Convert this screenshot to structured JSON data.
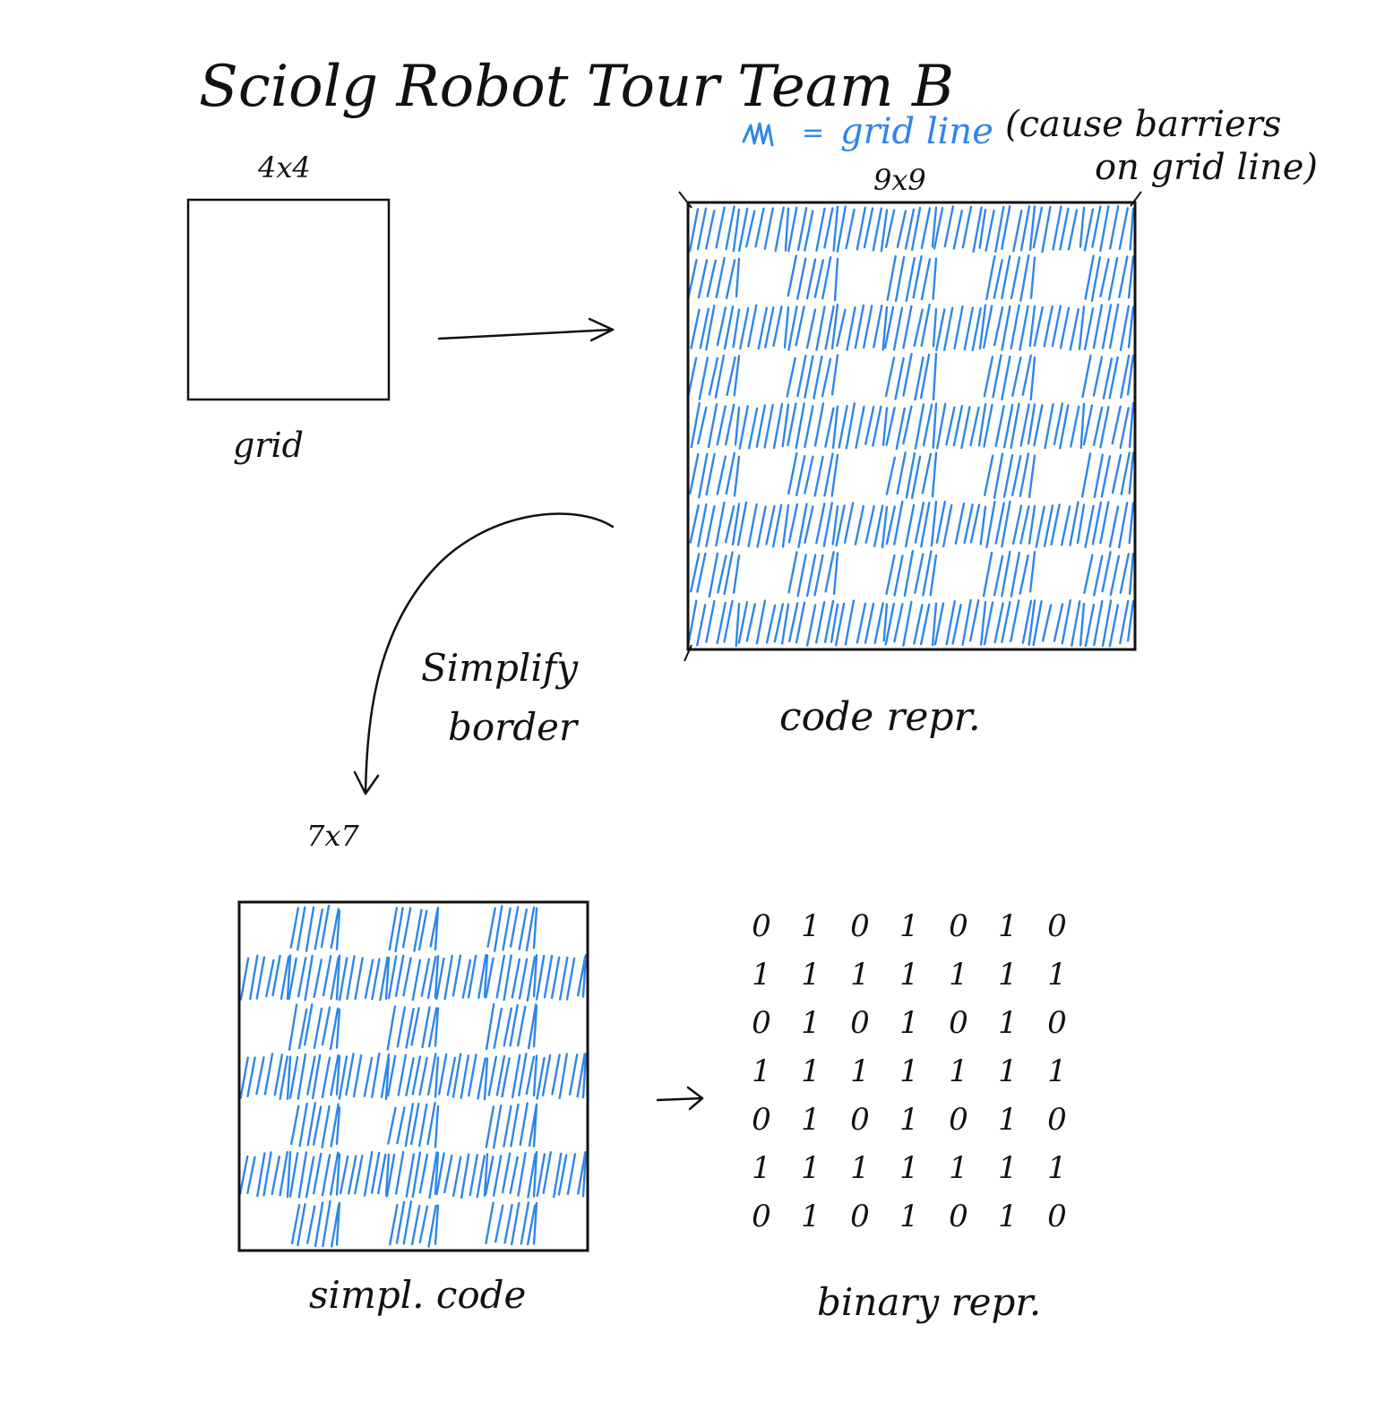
{
  "title": "Sciolg Robot Tour Team B",
  "legend": {
    "symbol": "scribble",
    "equals": "=",
    "meaning": "grid line",
    "note_line1": "(cause barriers",
    "note_line2": "on grid line)"
  },
  "grid": {
    "size_label": "4x4",
    "caption": "grid"
  },
  "code_repr": {
    "size_label": "9x9",
    "caption": "code repr."
  },
  "transform": {
    "label_line1": "Simplify",
    "label_line2": "border"
  },
  "simpl_code": {
    "size_label": "7x7",
    "caption": "simpl. code"
  },
  "binary_repr": {
    "caption": "binary repr.",
    "rows": [
      [
        "0",
        "1",
        "0",
        "1",
        "0",
        "1",
        "0"
      ],
      [
        "1",
        "1",
        "1",
        "1",
        "1",
        "1",
        "1"
      ],
      [
        "0",
        "1",
        "0",
        "1",
        "0",
        "1",
        "0"
      ],
      [
        "1",
        "1",
        "1",
        "1",
        "1",
        "1",
        "1"
      ],
      [
        "0",
        "1",
        "0",
        "1",
        "0",
        "1",
        "0"
      ],
      [
        "1",
        "1",
        "1",
        "1",
        "1",
        "1",
        "1"
      ],
      [
        "0",
        "1",
        "0",
        "1",
        "0",
        "1",
        "0"
      ]
    ]
  },
  "colors": {
    "ink": "#111111",
    "blue": "#2f86e8"
  }
}
